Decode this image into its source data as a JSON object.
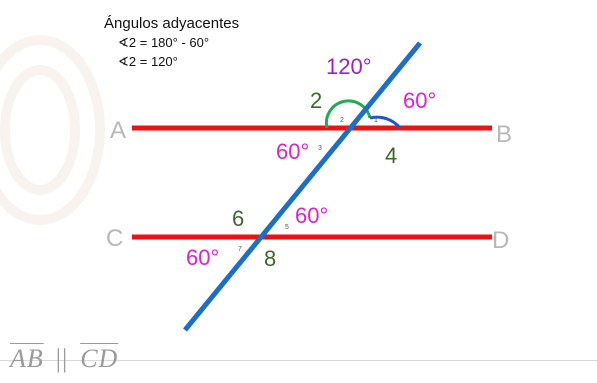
{
  "notes": {
    "title": "Ángulos adyacentes",
    "line1": "∢2 = 180° - 60°",
    "line2": "∢2 = 120°"
  },
  "points": {
    "A": "A",
    "B": "B",
    "C": "C",
    "D": "D"
  },
  "angle_labels": {
    "a120": "120°",
    "a2": "2",
    "a60_top_right": "60°",
    "a60_top_left": "60°",
    "a4": "4",
    "a6": "6",
    "a60_bottom_right": "60°",
    "a60_bottom_left": "60°",
    "a8": "8"
  },
  "small_marks": {
    "m1": "1",
    "m2": "2",
    "m3": "3",
    "m5": "5",
    "m7": "7"
  },
  "footer": {
    "seg1": "AB",
    "parallel": "||",
    "seg2": "CD"
  },
  "colors": {
    "parallel_lines": "#ee1111",
    "transversal": "#1b6fc9",
    "angle_magenta": "#dd22cc",
    "angle_purple": "#9a22cc",
    "angle_green": "#3a6a2a",
    "arc_green": "#22aa55",
    "arc_blue": "#2255cc",
    "point_labels": "#b8b8b8"
  }
}
